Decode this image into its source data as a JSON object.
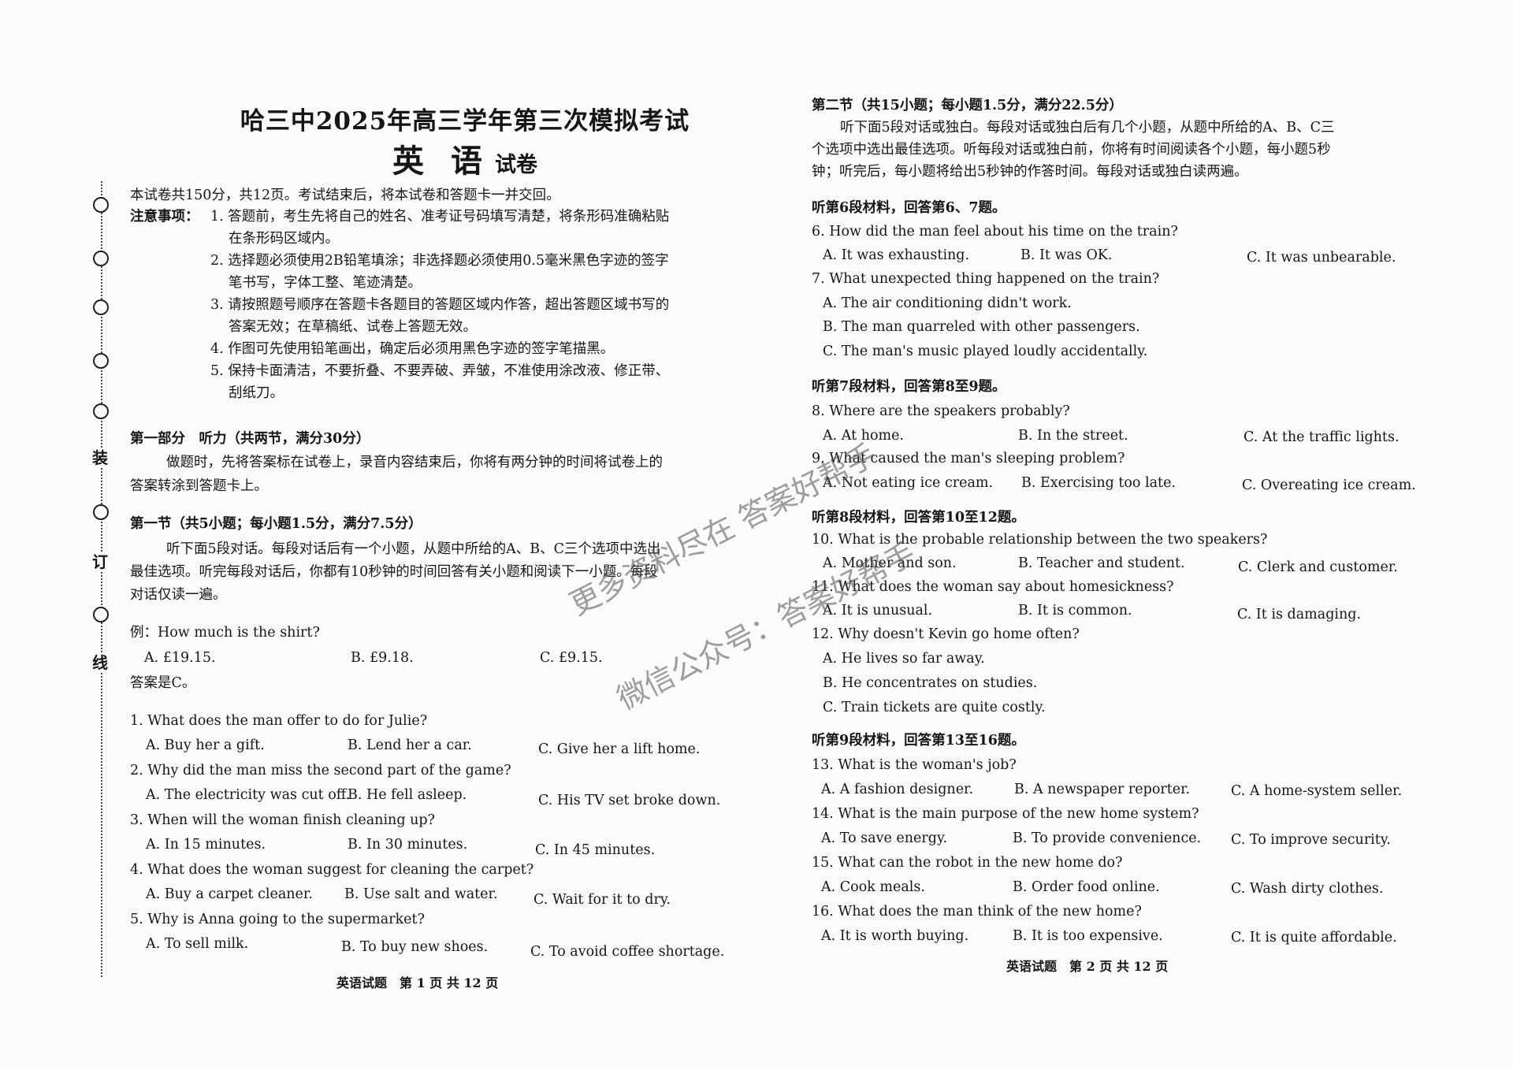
{
  "binding": {
    "chars": [
      "装",
      "订",
      "线"
    ]
  },
  "left": {
    "title": "哈三中2025年高三学年第三次模拟考试",
    "subject": "英 语",
    "subject_suffix": "试卷",
    "intro": "本试卷共150分，共12页。考试结束后，将本试卷和答题卡一并交回。",
    "notice_label": "注意事项：",
    "notices": [
      "1. 答题前，考生先将自己的姓名、准考证号码填写清楚，将条形码准确粘贴",
      "在条形码区域内。",
      "2. 选择题必须使用2B铅笔填涂；非选择题必须使用0.5毫米黑色字迹的签字",
      "笔书写，字体工整、笔迹清楚。",
      "3. 请按照题号顺序在答题卡各题目的答题区域内作答，超出答题区域书写的",
      "答案无效；在草稿纸、试卷上答题无效。",
      "4. 作图可先使用铅笔画出，确定后必须用黑色字迹的签字笔描黑。",
      "5. 保持卡面清洁，不要折叠、不要弄破、弄皱，不准使用涂改液、修正带、",
      "刮纸刀。"
    ],
    "part1_heading": "第一部分　听力（共两节，满分30分）",
    "part1_intro": [
      "做题时，先将答案标在试卷上，录音内容结束后，你将有两分钟的时间将试卷上的",
      "答案转涂到答题卡上。"
    ],
    "sec1_heading": "第一节（共5小题；每小题1.5分，满分7.5分）",
    "sec1_intro": [
      "听下面5段对话。每段对话后有一个小题，从题中所给的A、B、C三个选项中选出",
      "最佳选项。听完每段对话后，你都有10秒钟的时间回答有关小题和阅读下一小题。每段",
      "对话仅读一遍。"
    ],
    "example_q": "例：How much is the shirt?",
    "example_opts": [
      "A. £19.15.",
      "B. £9.18.",
      "C. £9.15."
    ],
    "example_ans": "答案是C。",
    "questions": [
      {
        "q": "1. What does the man offer to do for Julie?",
        "opts": [
          "A. Buy her a gift.",
          "B. Lend her a car.",
          "C. Give her a lift home."
        ]
      },
      {
        "q": "2. Why did the man miss the second part of the game?",
        "opts": [
          "A. The electricity was cut off.",
          "B. He fell asleep.",
          "C. His TV set broke down."
        ]
      },
      {
        "q": "3. When will the woman finish cleaning up?",
        "opts": [
          "A. In 15 minutes.",
          "B. In 30 minutes.",
          "C. In 45 minutes."
        ]
      },
      {
        "q": "4. What does the woman suggest for cleaning the carpet?",
        "opts": [
          "A. Buy a carpet cleaner.",
          "B. Use salt and water.",
          "C. Wait for it to dry."
        ]
      },
      {
        "q": "5. Why is Anna going to the supermarket?",
        "opts": [
          "A. To sell milk.",
          "B. To buy new shoes.",
          "C. To avoid coffee shortage."
        ]
      }
    ],
    "footer": "英语试题　第 1 页 共 12 页"
  },
  "right": {
    "sec2_heading": "第二节（共15小题；每小题1.5分，满分22.5分）",
    "sec2_intro": [
      "听下面5段对话或独白。每段对话或独白后有几个小题，从题中所给的A、B、C三",
      "个选项中选出最佳选项。听每段对话或独白前，你将有时间阅读各个小题，每小题5秒",
      "钟；听完后，每小题将给出5秒钟的作答时间。每段对话或独白读两遍。"
    ],
    "groups": [
      {
        "label": "听第6段材料，回答第6、7题。",
        "items": [
          {
            "q": "6. How did the man feel about his time on the train?",
            "opts": [
              "A. It was exhausting.",
              "B. It was OK.",
              "C. It was unbearable."
            ]
          },
          {
            "q": "7. What unexpected thing happened on the train?",
            "opts": [
              "A. The air conditioning didn't work.",
              "B. The man quarreled with other passengers.",
              "C. The man's music played loudly accidentally."
            ],
            "stacked": true
          }
        ]
      },
      {
        "label": "听第7段材料，回答第8至9题。",
        "items": [
          {
            "q": "8. Where are the speakers probably?",
            "opts": [
              "A. At home.",
              "B. In the street.",
              "C. At the traffic lights."
            ]
          },
          {
            "q": "9. What caused the man's sleeping problem?",
            "opts": [
              "A. Not eating ice cream.",
              "B. Exercising too late.",
              "C. Overeating ice cream."
            ]
          }
        ]
      },
      {
        "label": "听第8段材料，回答第10至12题。",
        "items": [
          {
            "q": "10. What is the probable relationship between the two speakers?",
            "opts": [
              "A. Mother and son.",
              "B. Teacher and student.",
              "C. Clerk and customer."
            ]
          },
          {
            "q": "11. What does the woman say about homesickness?",
            "opts": [
              "A. It is unusual.",
              "B. It is common.",
              "C. It is damaging."
            ]
          },
          {
            "q": "12. Why doesn't Kevin go home often?",
            "opts": [
              "A. He lives so far away.",
              "B. He concentrates on studies.",
              "C. Train tickets are quite costly."
            ],
            "stacked": true
          }
        ]
      },
      {
        "label": "听第9段材料，回答第13至16题。",
        "items": [
          {
            "q": "13. What is the woman's job?",
            "opts": [
              "A. A fashion designer.",
              "B. A newspaper reporter.",
              "C. A home-system seller."
            ]
          },
          {
            "q": "14. What is the main purpose of the new home system?",
            "opts": [
              "A. To save energy.",
              "B. To provide convenience.",
              "C. To improve security."
            ]
          },
          {
            "q": "15. What can the robot in the new home do?",
            "opts": [
              "A. Cook meals.",
              "B. Order food online.",
              "C. Wash dirty clothes."
            ]
          },
          {
            "q": "16. What does the man think of the new home?",
            "opts": [
              "A. It is worth buying.",
              "B. It is too expensive.",
              "C. It is quite affordable."
            ]
          }
        ]
      }
    ],
    "footer": "英语试题　第 2 页 共 12 页"
  },
  "watermarks": [
    "更多资料尽在 答案好帮手",
    "微信公众号：答案好帮手"
  ]
}
